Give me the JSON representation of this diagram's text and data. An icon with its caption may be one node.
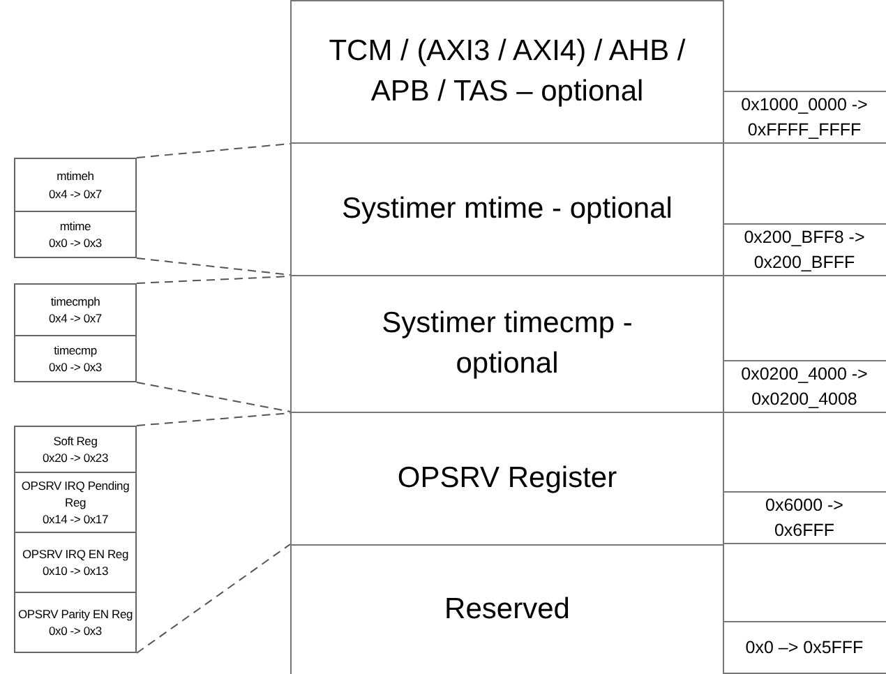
{
  "diagram": {
    "nodes": [
      {
        "text": [
          "TCM / (AXI3 / AXI4) / AHB / APB / TAS – optional"
        ]
      },
      {
        "text": [
          "0x1000_0000 -> 0xFFFF_FFFF"
        ]
      },
      {
        "text": [
          "Systimer mtime - optional"
        ]
      },
      {
        "text": [
          "0x200_BFF8 -> 0x200_BFFF"
        ]
      },
      {
        "text": [
          "Systimer timecmp - optional"
        ]
      },
      {
        "text": [
          "0x0200_4000 -> 0x0200_4008"
        ]
      },
      {
        "text": [
          "OPSRV Register"
        ]
      },
      {
        "text": [
          "0x6000 -> 0x6FFF"
        ]
      },
      {
        "text": [
          "Reserved"
        ]
      },
      {
        "text": [
          "0x0 –> 0x5FFF"
        ]
      },
      {
        "text": [],
        "shape": "box"
      },
      {
        "text": [
          "mtimeh",
          "0x4 -> 0x7"
        ],
        "in": 10
      },
      {
        "text": [
          "mtime",
          "0x0 -> 0x3"
        ],
        "in": 10
      },
      {
        "text": [],
        "shape": "box"
      },
      {
        "text": [
          "timecmph",
          "0x4 -> 0x7"
        ],
        "in": 13
      },
      {
        "text": [
          "timecmp",
          "0x0 -> 0x3"
        ],
        "in": 13
      },
      {
        "text": [],
        "shape": "box"
      },
      {
        "text": [
          "Soft Reg",
          "0x20 -> 0x23"
        ],
        "in": 16
      },
      {
        "text": [
          "OPSRV IRQ Pending Reg",
          "0x14 -> 0x17"
        ],
        "in": 16
      },
      {
        "text": [
          "OPSRV IRQ EN Reg",
          "0x10 -> 0x13"
        ],
        "in": 16
      },
      {
        "text": [
          "OPSRV Parity EN Reg",
          "0x0 -> 0x3"
        ],
        "in": 16
      }
    ],
    "edges": [
      {
        "from": 10,
        "to": 2,
        "arrow": "none",
        "style": "dashed"
      },
      {
        "from": 10,
        "to": 2,
        "arrow": "none",
        "style": "dashed"
      },
      {
        "from": 13,
        "to": 4,
        "arrow": "none",
        "style": "dashed"
      },
      {
        "from": 13,
        "to": 4,
        "arrow": "none",
        "style": "dashed"
      },
      {
        "from": 16,
        "to": 6,
        "arrow": "none",
        "style": "dashed"
      },
      {
        "from": 16,
        "to": 6,
        "arrow": "none",
        "style": "dashed"
      }
    ]
  }
}
